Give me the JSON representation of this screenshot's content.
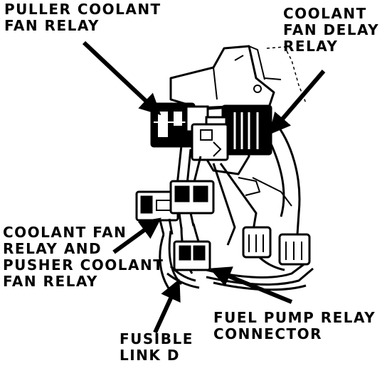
{
  "colors": {
    "ink": "#000000",
    "paper": "#ffffff"
  },
  "labels": {
    "puller_relay": [
      "PULLER COOLANT",
      "FAN RELAY"
    ],
    "delay_relay": [
      "COOLANT",
      "FAN DELAY",
      "RELAY"
    ],
    "fan_pusher_relay": [
      "COOLANT FAN",
      "RELAY AND",
      "PUSHER COOLANT",
      "FAN RELAY"
    ],
    "fuel_pump_connector": [
      "FUEL PUMP RELAY",
      "CONNECTOR"
    ],
    "fusible_link": [
      "FUSIBLE",
      "LINK D"
    ]
  }
}
